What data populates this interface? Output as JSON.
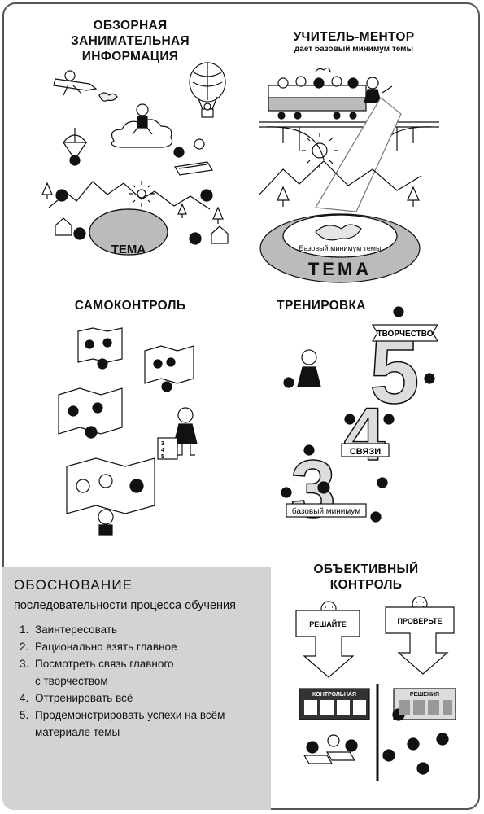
{
  "panels": {
    "overview": {
      "title_l1": "ОБЗОРНАЯ",
      "title_l2": "ЗАНИМАТЕЛЬНАЯ",
      "title_l3": "ИНФОРМАЦИЯ",
      "topic": "ТЕМА"
    },
    "mentor": {
      "title": "УЧИТЕЛЬ-МЕНТОР",
      "subtitle": "дает базовый минимум темы",
      "ring_text": "Базовый минимум темы",
      "topic": "ТЕМА"
    },
    "selfcontrol": {
      "title": "САМОКОНТРОЛЬ",
      "sheet": [
        "3",
        "4",
        "5"
      ]
    },
    "training": {
      "title": "ТРЕНИРОВКА",
      "creativity": "ТВОРЧЕСТВО",
      "links": "СВЯЗИ",
      "basic": "базовый минимум",
      "n5": "5",
      "n4": "4",
      "n3": "3"
    },
    "objective": {
      "title_l1": "ОБЪЕКТИВНЫЙ",
      "title_l2": "КОНТРОЛЬ",
      "solve": "РЕШАЙТЕ",
      "check": "ПРОВЕРЬТЕ",
      "test_board": "КОНТРОЛЬНАЯ",
      "solutions_board": "РЕШЕНИЯ"
    }
  },
  "rationale": {
    "title": "ОБОСНОВАНИЕ",
    "subtitle": "последовательности процесса обучения",
    "steps": [
      "Заинтересовать",
      "Рационально взять главное",
      "Посмотреть связь главного",
      "Оттренировать всё",
      "Продемонстрировать успехи на всём"
    ],
    "step3_cont": "с творчеством",
    "step5_cont": "материале темы"
  }
}
